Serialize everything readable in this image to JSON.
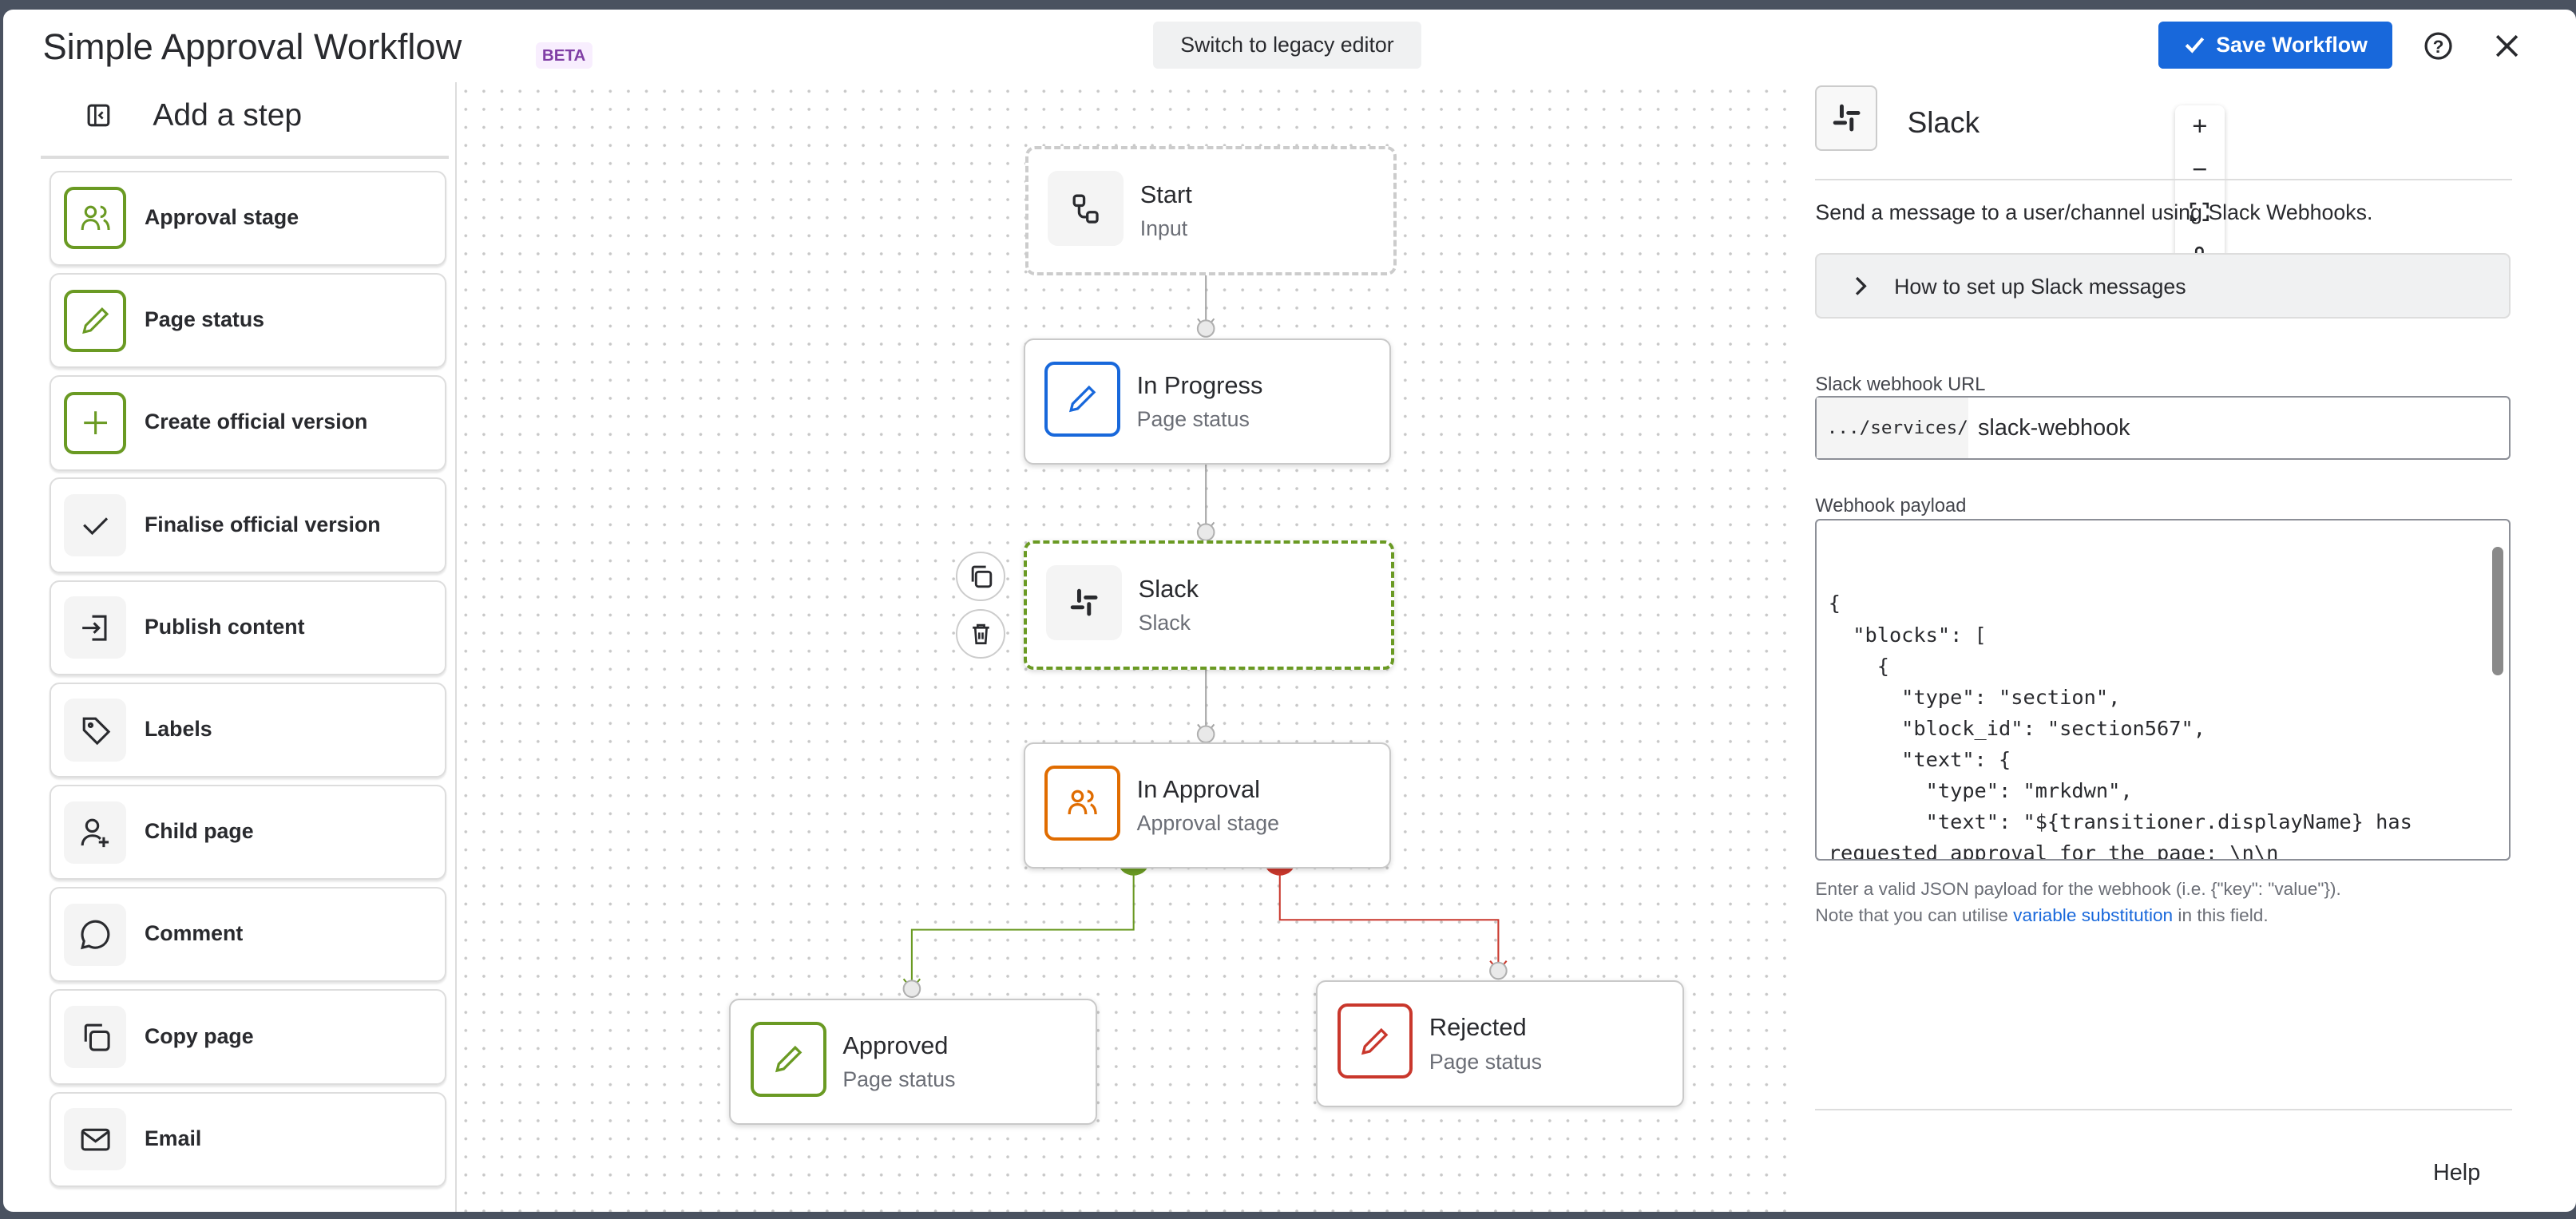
{
  "header": {
    "title": "Simple Approval Workflow",
    "badge": "BETA",
    "legacy_button": "Switch to legacy editor",
    "save_button": "Save Workflow"
  },
  "sidebar": {
    "title": "Add a step",
    "items": [
      {
        "label": "Approval stage",
        "icon": "users-icon"
      },
      {
        "label": "Page status",
        "icon": "pencil-icon"
      },
      {
        "label": "Create official version",
        "icon": "plus-icon"
      },
      {
        "label": "Finalise official version",
        "icon": "check-icon"
      },
      {
        "label": "Publish content",
        "icon": "publish-icon"
      },
      {
        "label": "Labels",
        "icon": "tag-icon"
      },
      {
        "label": "Child page",
        "icon": "add-person-icon"
      },
      {
        "label": "Comment",
        "icon": "comment-icon"
      },
      {
        "label": "Copy page",
        "icon": "copy-icon"
      },
      {
        "label": "Email",
        "icon": "email-icon"
      }
    ]
  },
  "nodes": {
    "start": {
      "title": "Start",
      "subtitle": "Input"
    },
    "in_progress": {
      "title": "In Progress",
      "subtitle": "Page status"
    },
    "slack": {
      "title": "Slack",
      "subtitle": "Slack"
    },
    "in_approval": {
      "title": "In Approval",
      "subtitle": "Approval stage"
    },
    "approved": {
      "title": "Approved",
      "subtitle": "Page status"
    },
    "rejected": {
      "title": "Rejected",
      "subtitle": "Page status"
    }
  },
  "colors": {
    "primary": "#1868db",
    "approve": "#6a9a23",
    "reject": "#c9372c",
    "progress": "#1868db",
    "approval": "#e06c00"
  },
  "panel": {
    "title": "Slack",
    "description": "Send a message to a user/channel using Slack Webhooks.",
    "expander": "How to set up Slack messages",
    "url_label": "Slack webhook URL",
    "url_prefix": ".../services/",
    "url_value": "slack-webhook",
    "payload_label": "Webhook payload",
    "payload": "{\n  \"blocks\": [\n    {\n      \"type\": \"section\",\n      \"block_id\": \"section567\",\n      \"text\": {\n        \"type\": \"mrkdwn\",\n        \"text\": \"${transitioner.displayName} has\nrequested approval for the page: \\n\\n\n<${page.url}|${page.title}> \\n\\n\\n The approval was",
    "help1": "Enter a valid JSON payload for the webhook (i.e. {\"key\": \"value\"}).",
    "help2_pre": "Note that you can utilise ",
    "help2_link": "variable substitution",
    "help2_post": " in this field.",
    "help_link": "Help"
  }
}
